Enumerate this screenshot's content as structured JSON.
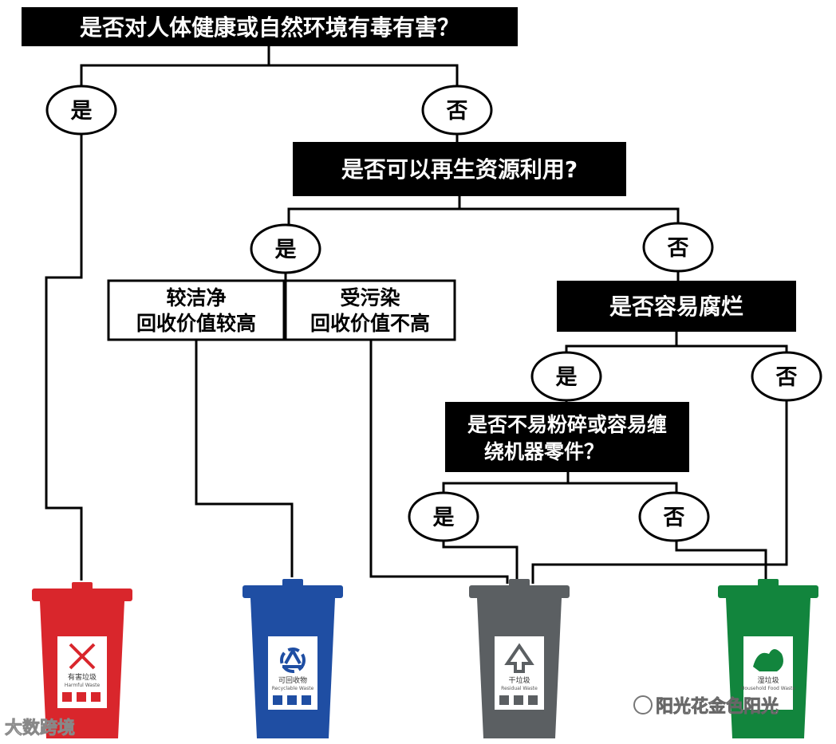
{
  "questions": {
    "q1": "是否对人体健康或自然环境有毒有害？",
    "q2": "是否可以再生资源利用?",
    "q3": "是否容易腐烂",
    "q4_line1": "是否不易粉碎或容易缠",
    "q4_line2": "绕机器零件？"
  },
  "answers": {
    "yes": "是",
    "no": "否"
  },
  "categories": {
    "clean_line1": "较洁净",
    "clean_line2": "回收价值较高",
    "dirty_line1": "受污染",
    "dirty_line2": "回收价值不高"
  },
  "bins": [
    {
      "cn": "有害垃圾",
      "en": "Harmful Waste",
      "color": "#d9262c",
      "icon": "x-cross-icon"
    },
    {
      "cn": "可回收物",
      "en": "Recyclable Waste",
      "color": "#1f4ea3",
      "icon": "recycle-icon"
    },
    {
      "cn": "干垃圾",
      "en": "Residual Waste",
      "color": "#5b5f62",
      "icon": "residual-arrow-icon"
    },
    {
      "cn": "湿垃圾",
      "en": "Household Food Waste",
      "color": "#12853d",
      "icon": "food-waste-icon"
    }
  ],
  "watermarks": {
    "left": "大数跨境",
    "right": "阳光花金色阳光"
  }
}
